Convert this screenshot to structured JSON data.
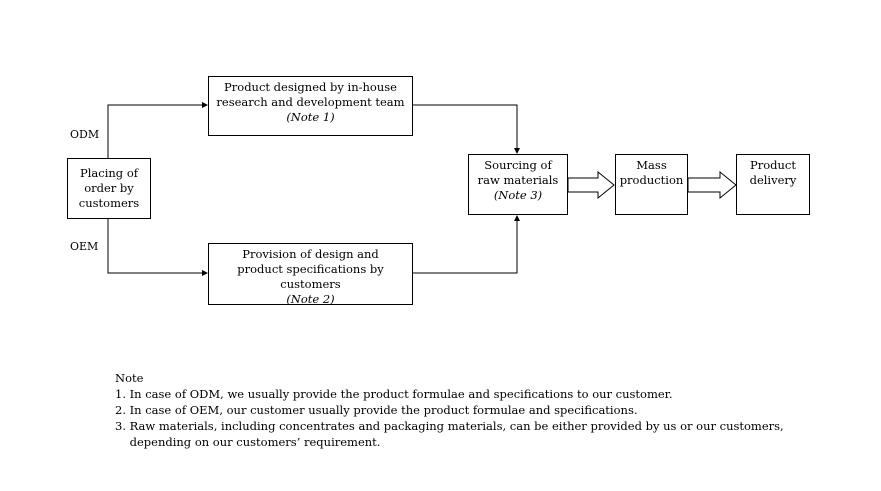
{
  "labels": {
    "odm": "ODM",
    "oem": "OEM"
  },
  "boxes": {
    "order": {
      "lines": [
        "Placing of",
        "order by",
        "customers"
      ]
    },
    "inhouse": {
      "lines": [
        "Product designed by in-house",
        "research and development team"
      ],
      "note": "(Note 1)"
    },
    "provision": {
      "lines": [
        "Provision of design and",
        "product specifications by",
        "customers"
      ],
      "note": "(Note 2)"
    },
    "sourcing": {
      "lines": [
        "Sourcing of",
        "raw materials"
      ],
      "note": "(Note 3)"
    },
    "mass": {
      "lines": [
        "Mass",
        "production"
      ]
    },
    "delivery": {
      "lines": [
        "Product",
        "delivery"
      ]
    }
  },
  "notes": {
    "heading": "Note",
    "items": [
      "1. In case of ODM, we usually provide the product formulae and specifications to our customer.",
      "2. In case of OEM, our customer usually provide the product formulae and specifications.",
      "3. Raw materials, including concentrates and packaging materials, can be either provided by us or our customers,",
      "    depending on our customers’ requirement."
    ]
  }
}
